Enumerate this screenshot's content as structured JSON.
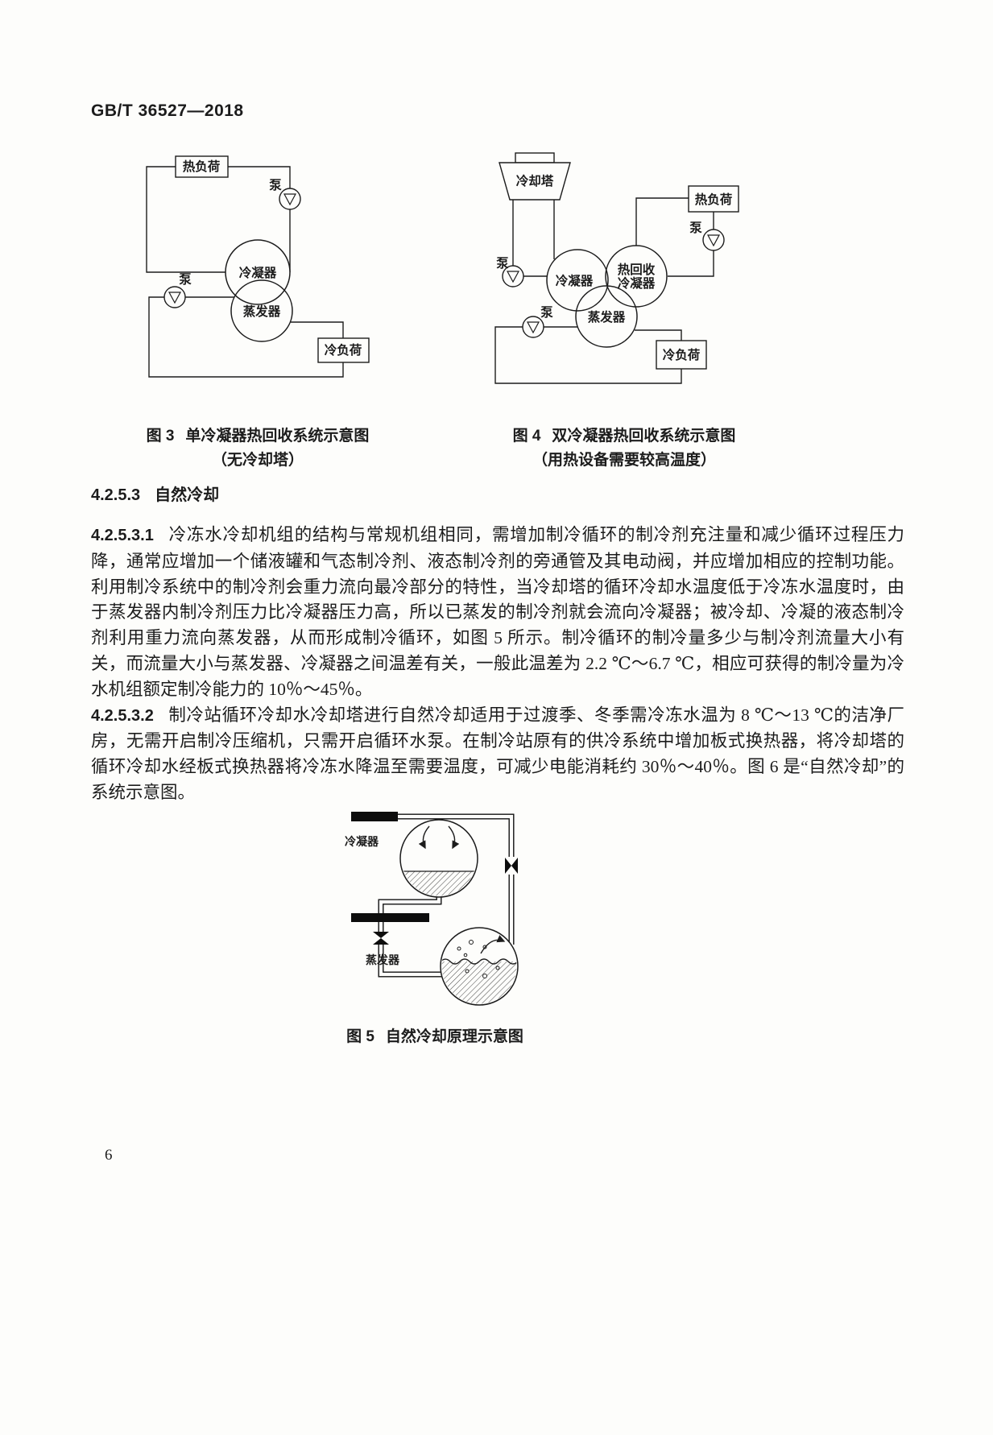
{
  "page": {
    "header": "GB/T 36527—2018",
    "page_number": "6"
  },
  "figure3": {
    "caption_no": "图 3",
    "caption_title": "单冷凝器热回收系统示意图",
    "caption_sub": "（无冷却塔）",
    "labels": {
      "heat_load": "热负荷",
      "pump_top": "泵",
      "condenser": "冷凝器",
      "evaporator": "蒸发器",
      "pump_left": "泵",
      "cooling_load": "冷负荷"
    }
  },
  "figure4": {
    "caption_no": "图 4",
    "caption_title": "双冷凝器热回收系统示意图",
    "caption_sub": "（用热设备需要较高温度）",
    "labels": {
      "cooling_tower": "冷却塔",
      "heat_load": "热负荷",
      "pump_left": "泵",
      "pump_right": "泵",
      "pump_bottom": "泵",
      "condenser": "冷凝器",
      "heat_recovery_line1": "热回收",
      "heat_recovery_line2": "冷凝器",
      "evaporator": "蒸发器",
      "cooling_load": "冷负荷"
    }
  },
  "section": {
    "number": "4.2.5.3",
    "title": "自然冷却"
  },
  "paragraphs": [
    {
      "number": "4.2.5.3.1",
      "text": "冷冻水冷却机组的结构与常规机组相同，需增加制冷循环的制冷剂充注量和减少循环过程压力降，通常应增加一个储液罐和气态制冷剂、液态制冷剂的旁通管及其电动阀，并应增加相应的控制功能。利用制冷系统中的制冷剂会重力流向最冷部分的特性，当冷却塔的循环冷却水温度低于冷冻水温度时，由于蒸发器内制冷剂压力比冷凝器压力高，所以已蒸发的制冷剂就会流向冷凝器；被冷却、冷凝的液态制冷剂利用重力流向蒸发器，从而形成制冷循环，如图 5 所示。制冷循环的制冷量多少与制冷剂流量大小有关，而流量大小与蒸发器、冷凝器之间温差有关，一般此温差为 2.2 ℃～6.7 ℃，相应可获得的制冷量为冷水机组额定制冷能力的 10％～45％。"
    },
    {
      "number": "4.2.5.3.2",
      "text": "制冷站循环冷却水冷却塔进行自然冷却适用于过渡季、冬季需冷冻水温为 8 ℃～13 ℃的洁净厂房，无需开启制冷压缩机，只需开启循环水泵。在制冷站原有的供冷系统中增加板式换热器，将冷却塔的循环冷却水经板式换热器将冷冻水降温至需要温度，可减少电能消耗约 30％～40％。图 6 是“自然冷却”的系统示意图。"
    }
  ],
  "figure5": {
    "caption_no": "图 5",
    "caption_title": "自然冷却原理示意图",
    "labels": {
      "condenser": "冷凝器",
      "evaporator": "蒸发器"
    }
  },
  "colors": {
    "ink": "#1c1c1c",
    "paper": "#fdfdfb"
  }
}
